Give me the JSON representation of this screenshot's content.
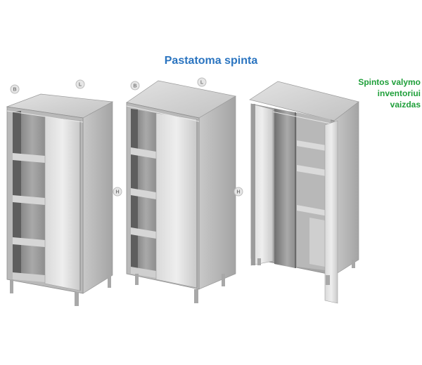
{
  "title": "Pastatoma spinta",
  "note": "Spintos valymo\ninventoriui\nvaizdas",
  "dimension_labels": {
    "depth": "B",
    "length": "L",
    "height": "H"
  },
  "colors": {
    "title": "#2a74c0",
    "note": "#1f9f3a",
    "steel_light": "#d4d4d4",
    "steel_dark": "#8a8a8a"
  }
}
